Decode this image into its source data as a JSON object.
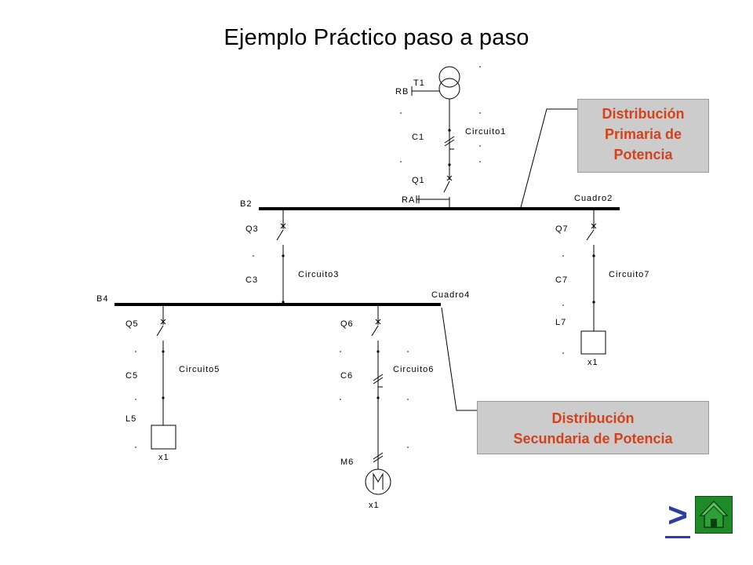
{
  "title": "Ejemplo Práctico paso a paso",
  "diagram": {
    "transformer_label": "T1",
    "rb_label": "RB",
    "ra_label": "RA",
    "bus_labels": {
      "b2": "B2",
      "b4": "B4"
    },
    "panel_labels": {
      "cuadro2": "Cuadro2",
      "cuadro4": "Cuadro4"
    },
    "circuits": {
      "c1": {
        "cable": "C1",
        "breaker": "Q1",
        "name": "Circuito1"
      },
      "c3": {
        "cable": "C3",
        "breaker": "Q3",
        "name": "Circuito3"
      },
      "c5": {
        "cable": "C5",
        "breaker": "Q5",
        "name": "Circuito5",
        "load": "L5",
        "multiplier": "x1"
      },
      "c6": {
        "cable": "C6",
        "breaker": "Q6",
        "name": "Circuito6",
        "load": "M6",
        "multiplier": "x1"
      },
      "c7": {
        "cable": "C7",
        "breaker": "Q7",
        "name": "Circuito7",
        "load": "L7",
        "multiplier": "x1"
      }
    }
  },
  "callouts": {
    "primary": {
      "line1": "Distribución",
      "line2": "Primaria de",
      "line3": "Potencia"
    },
    "secondary": {
      "line1": "Distribución",
      "line2": "Secundaria de Potencia"
    }
  },
  "nav": {
    "next_label": ">",
    "home_icon": "home-icon"
  },
  "colors": {
    "callout_text": "#d8401a",
    "callout_bg": "#cccccc",
    "next_link": "#2c3ea6",
    "home_button": "#1f8a28"
  }
}
